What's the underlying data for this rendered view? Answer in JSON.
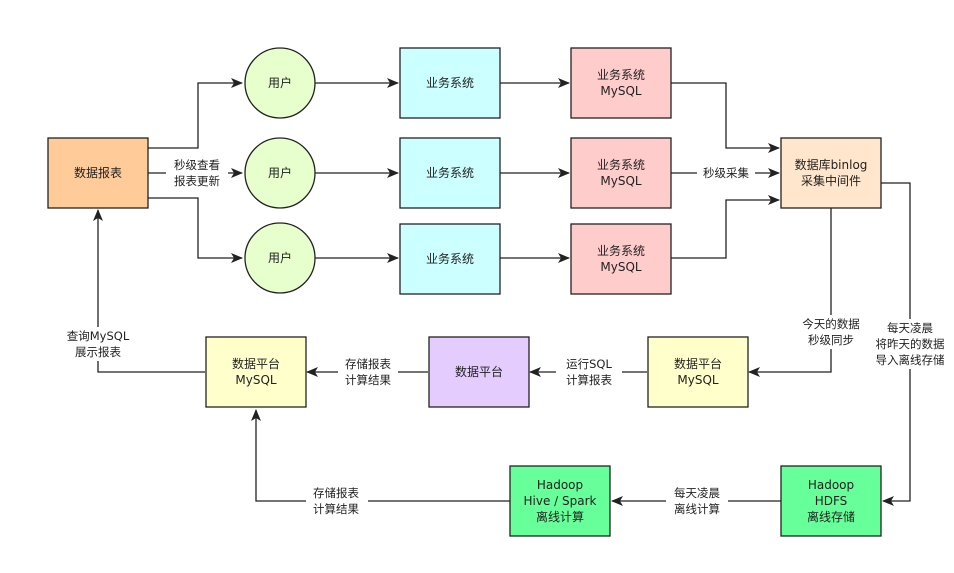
{
  "colors": {
    "report": "#ffcc99",
    "user": "#e6ffcc",
    "system": "#ccffff",
    "mysql": "#ffcccc",
    "binlog": "#ffe6cc",
    "platform_db": "#ffffcc",
    "platform": "#e5ccff",
    "hadoop": "#66ff99"
  },
  "nodes": {
    "report": {
      "lines": [
        "数据报表"
      ]
    },
    "user1": {
      "lines": [
        "用户"
      ]
    },
    "user2": {
      "lines": [
        "用户"
      ]
    },
    "user3": {
      "lines": [
        "用户"
      ]
    },
    "sys1": {
      "lines": [
        "业务系统"
      ]
    },
    "sys2": {
      "lines": [
        "业务系统"
      ]
    },
    "sys3": {
      "lines": [
        "业务系统"
      ]
    },
    "mysql1": {
      "lines": [
        "业务系统",
        "MySQL"
      ]
    },
    "mysql2": {
      "lines": [
        "业务系统",
        "MySQL"
      ]
    },
    "mysql3": {
      "lines": [
        "业务系统",
        "MySQL"
      ]
    },
    "binlog": {
      "lines": [
        "数据库binlog",
        "采集中间件"
      ]
    },
    "pdb_left": {
      "lines": [
        "数据平台",
        "MySQL"
      ]
    },
    "platform": {
      "lines": [
        "数据平台"
      ]
    },
    "pdb_right": {
      "lines": [
        "数据平台",
        "MySQL"
      ]
    },
    "hdfs": {
      "lines": [
        "Hadoop",
        "HDFS",
        "离线存储"
      ]
    },
    "hive": {
      "lines": [
        "Hadoop",
        "Hive / Spark",
        "离线计算"
      ]
    }
  },
  "edge_labels": {
    "report_out": [
      "秒级查看",
      "报表更新"
    ],
    "mysql2_binlog": [
      "秒级采集"
    ],
    "binlog_today": [
      "今天的数据",
      "秒级同步"
    ],
    "binlog_yesterday": [
      "每天凌晨",
      "将昨天的数据",
      "导入离线存储"
    ],
    "run_sql": [
      "运行SQL",
      "计算报表"
    ],
    "store_result_top": [
      "存储报表",
      "计算结果"
    ],
    "query_show": [
      "查询MySQL",
      "展示报表"
    ],
    "offline_compute": [
      "每天凌晨",
      "离线计算"
    ],
    "store_result_bottom": [
      "存储报表",
      "计算结果"
    ]
  }
}
